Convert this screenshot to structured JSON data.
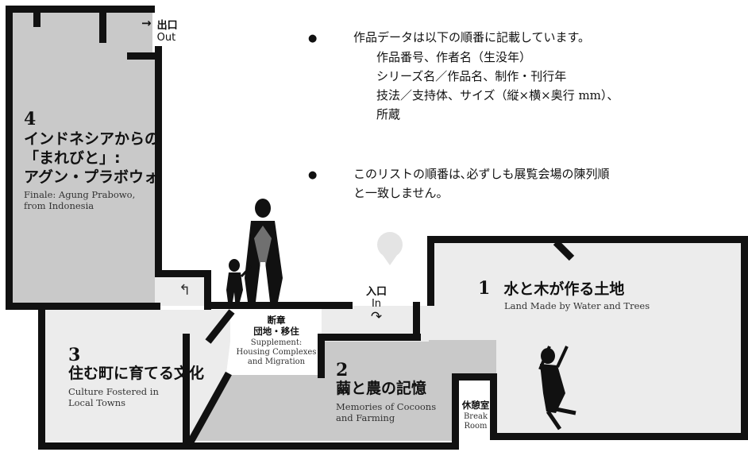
{
  "exit": {
    "jp": "出口",
    "en": "Out",
    "arrow": "→"
  },
  "entrance": {
    "jp": "入口",
    "en": "In",
    "arrow": "↷"
  },
  "notes": {
    "bullet1_head": "作品データは以下の順番に記載しています。",
    "bullet1_lines": [
      "作品番号、作者名（生没年）",
      "シリーズ名／作品名、制作・刊行年",
      "技法／支持体、サイズ（縦×横×奥行 mm）、",
      "所蔵"
    ],
    "bullet2_lines": [
      "このリストの順番は､必ずしも展覧会場の陳列順",
      "と一致しません。"
    ],
    "bullet_char": "●"
  },
  "rooms": {
    "r1": {
      "num": "1",
      "jp": "水と木が作る土地",
      "en": "Land Made by Water and Trees"
    },
    "r2": {
      "num": "2",
      "jp": "繭と農の記憶",
      "en1": "Memories of Cocoons",
      "en2": "and Farming"
    },
    "r3": {
      "num": "3",
      "jp": "住む町に育てる文化",
      "en1": "Culture Fostered in",
      "en2": "Local Towns"
    },
    "r4": {
      "num": "4",
      "jp1": "インドネシアからの",
      "jp2": "「まれびと」:",
      "jp3": "アグン・プラボウォ",
      "en1": "Finale: Agung Prabowo,",
      "en2": "from Indonesia"
    },
    "supplement": {
      "jp1": "断章",
      "jp2": "団地・移住",
      "en1": "Supplement:",
      "en2": "Housing Complexes",
      "en3": "and Migration"
    },
    "break": {
      "jp": "休憩室",
      "en1": "Break",
      "en2": "Room"
    },
    "turn_arrow": "↰"
  },
  "colors": {
    "wall": "#111111",
    "room_gray": "#c9c9c9",
    "room_light": "#ececec",
    "bg": "#ffffff"
  }
}
